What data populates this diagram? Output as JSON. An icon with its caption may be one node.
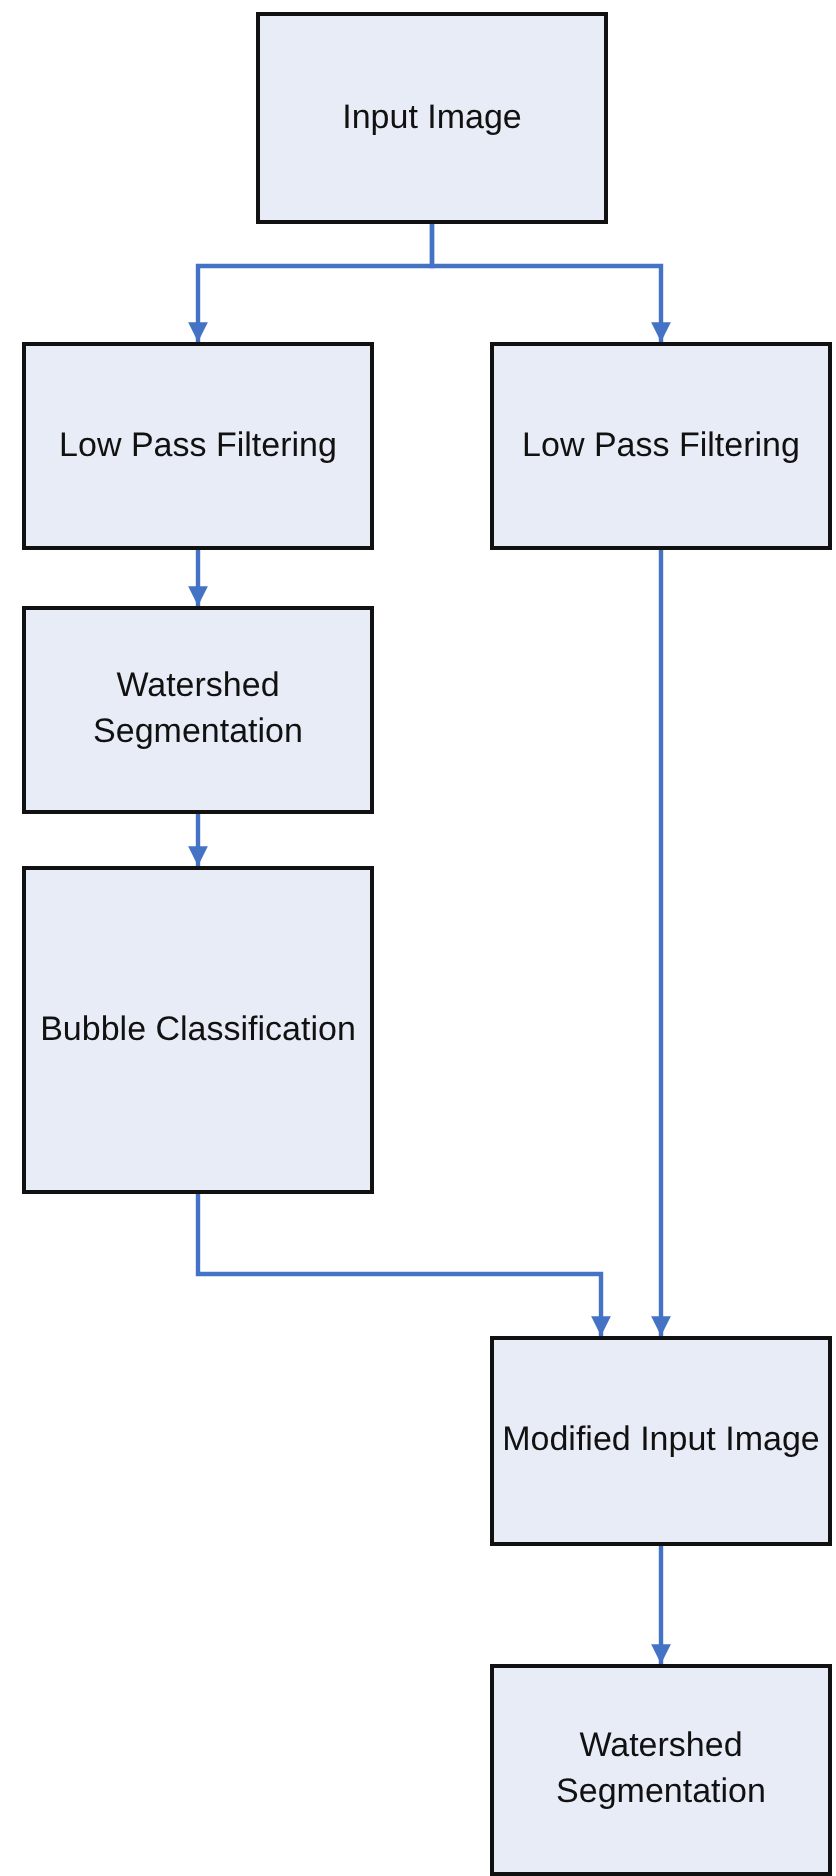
{
  "diagram": {
    "nodes": [
      {
        "text": [
          "Input Image"
        ]
      },
      {
        "text": [
          "Low Pass Filtering"
        ]
      },
      {
        "text": [
          "Low Pass Filtering"
        ]
      },
      {
        "text": [
          "Watershed Segmentation"
        ]
      },
      {
        "text": [
          "Bubble Classification"
        ]
      },
      {
        "text": [
          "Modified Input Image"
        ]
      },
      {
        "text": [
          "Watershed Segmentation"
        ]
      }
    ],
    "edges": [
      {
        "from": 0,
        "to": 1,
        "arrow": "to"
      },
      {
        "from": 0,
        "to": 2,
        "arrow": "to"
      },
      {
        "from": 1,
        "to": 3,
        "arrow": "to"
      },
      {
        "from": 3,
        "to": 4,
        "arrow": "to"
      },
      {
        "from": 4,
        "to": 5,
        "arrow": "to"
      },
      {
        "from": 2,
        "to": 5,
        "arrow": "to"
      },
      {
        "from": 5,
        "to": 6,
        "arrow": "to"
      }
    ]
  }
}
